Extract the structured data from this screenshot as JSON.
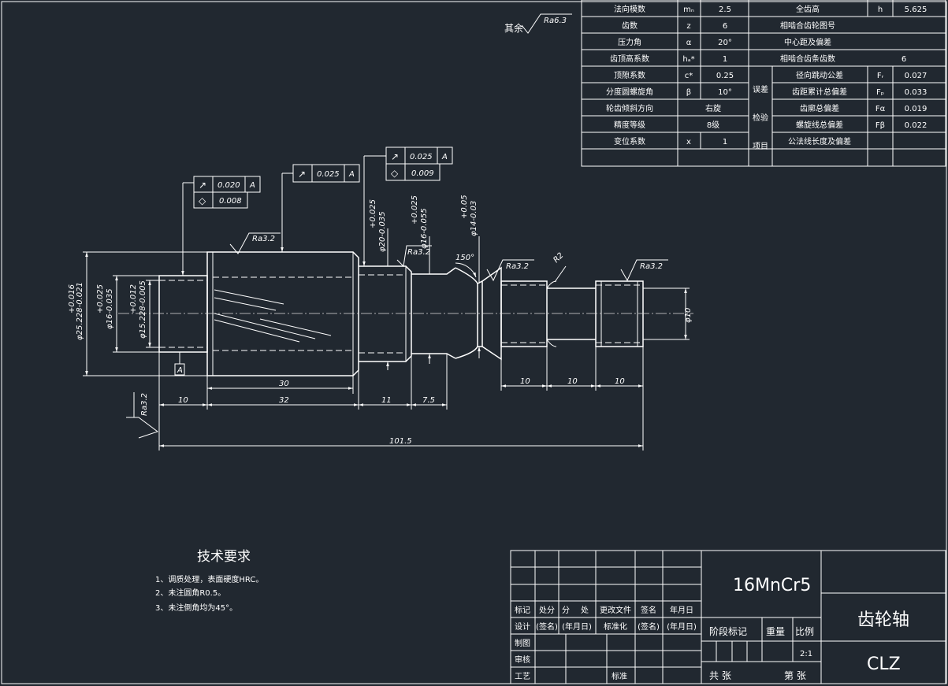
{
  "gear_params": {
    "rows": [
      [
        "法向模数",
        "mₙ",
        "2.5"
      ],
      [
        "齿数",
        "z",
        "6"
      ],
      [
        "压力角",
        "α",
        "20°"
      ],
      [
        "齿顶高系数",
        "hₐ*",
        "1"
      ],
      [
        "顶隙系数",
        "c*",
        "0.25"
      ],
      [
        "分度圆螺旋角",
        "β",
        "10°"
      ],
      [
        "轮齿倾斜方向",
        "",
        "右旋"
      ],
      [
        "精度等级",
        "",
        "8级"
      ],
      [
        "变位系数",
        "x",
        "1"
      ]
    ],
    "right_top": [
      [
        "全齿高",
        "h",
        "5.625"
      ],
      [
        "相啮合齿轮图号",
        "",
        ""
      ],
      [
        "中心距及偏差",
        "",
        ""
      ],
      [
        "相啮合齿条齿数",
        "",
        "6"
      ]
    ],
    "group_label": [
      "误差",
      "检验",
      "项目"
    ],
    "errors": [
      [
        "径向跳动公差",
        "Fᵣ",
        "0.027"
      ],
      [
        "齿距累计总偏差",
        "Fₚ",
        "0.033"
      ],
      [
        "齿廓总偏差",
        "Fα",
        "0.019"
      ],
      [
        "螺旋线总偏差",
        "Fβ",
        "0.022"
      ],
      [
        "公法线长度及偏差",
        "",
        ""
      ]
    ]
  },
  "roughness": {
    "other": "其余",
    "other_value": "Ra6.3",
    "marks": [
      "Ra3.2",
      "Ra3.2",
      "Ra3.2",
      "Ra3.2",
      "Ra3.2"
    ]
  },
  "tolerance_frames": [
    {
      "sym": "↗",
      "value": "0.020",
      "datum": "A"
    },
    {
      "sym": "◇",
      "value": "0.008",
      "datum": ""
    },
    {
      "sym": "↗",
      "value": "0.025",
      "datum": "A"
    },
    {
      "sym": "↗",
      "value": "0.025",
      "datum": "A"
    },
    {
      "sym": "◇",
      "value": "0.009",
      "datum": ""
    }
  ],
  "datum_label": "A",
  "dims": {
    "d1": "φ25.228-0.021",
    "d1_tol": "+0.016",
    "d2": "φ16-0.035",
    "d2_tol": "+0.025",
    "d3": "φ15.228-0.005",
    "d3_tol": "+0.012",
    "d4": "φ20-0.035",
    "d4_tol": "+0.025",
    "d5": "φ16-0.055",
    "d5_tol": "+0.025",
    "d6": "φ14-0.03",
    "d6_tol": "+0.05",
    "d7": "φ10",
    "angle": "150°",
    "radius": "R2",
    "l10a": "10",
    "l30": "30",
    "l32": "32",
    "l11": "11",
    "l7_5": "7.5",
    "l10b": "10",
    "l10c": "10",
    "l10d": "10",
    "total": "101.5"
  },
  "tech_req": {
    "title": "技术要求",
    "items": [
      "1、调质处理，表面硬度HRC。",
      "2、未注圆角R0.5。",
      "3、未注倒角均为45°。"
    ]
  },
  "title_block": {
    "material": "16MnCr5",
    "part_name": "齿轮轴",
    "drawing_no": "CLZ",
    "scale": "2:1",
    "header": [
      "标记",
      "处分",
      "分",
      "处",
      "更改文件",
      "签名",
      "年月日"
    ],
    "design_row": [
      "设计",
      "(签名)",
      "(年月日)",
      "标准化",
      "(签名)",
      "(年月日)"
    ],
    "rows_left": [
      "制图",
      "审核",
      "工艺"
    ],
    "standard": "标准",
    "stage": "阶段标记",
    "weight": "重量",
    "ratio": "比例",
    "total_sheets": "共  张",
    "sheet": "第  张"
  },
  "colors": {
    "background": "#212830",
    "line": "#ffffff"
  }
}
